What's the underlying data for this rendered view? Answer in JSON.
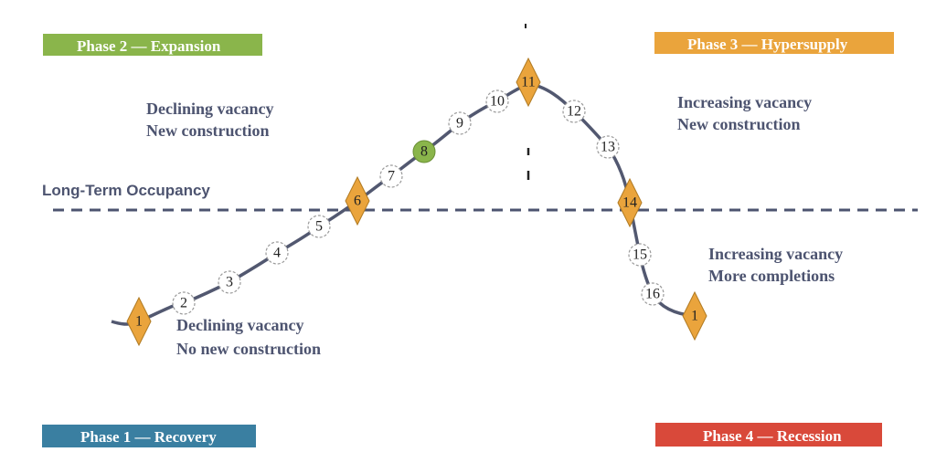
{
  "phases": [
    {
      "id": "p2",
      "label": "Phase 2 — Expansion",
      "color": "#8ab54b"
    },
    {
      "id": "p3",
      "label": "Phase 3 — Hypersupply",
      "color": "#eaa43c"
    },
    {
      "id": "p1",
      "label": "Phase 1 — Recovery",
      "color": "#3a7fa1"
    },
    {
      "id": "p4",
      "label": "Phase 4 — Recession",
      "color": "#d9493a"
    }
  ],
  "descriptions": {
    "expansion": [
      "Declining vacancy",
      "New construction"
    ],
    "hypersupply": [
      "Increasing vacancy",
      "New construction"
    ],
    "recovery": [
      "Declining vacancy",
      "No new construction"
    ],
    "recession": [
      "Increasing vacancy",
      "More completions"
    ]
  },
  "long_term_label": "Long-Term Occupancy",
  "points": [
    {
      "label": "1",
      "marker": "diamond"
    },
    {
      "label": "2",
      "marker": "circle"
    },
    {
      "label": "3",
      "marker": "circle"
    },
    {
      "label": "4",
      "marker": "circle"
    },
    {
      "label": "5",
      "marker": "circle"
    },
    {
      "label": "6",
      "marker": "diamond"
    },
    {
      "label": "7",
      "marker": "circle"
    },
    {
      "label": "8",
      "marker": "circle-filled"
    },
    {
      "label": "9",
      "marker": "circle"
    },
    {
      "label": "10",
      "marker": "circle"
    },
    {
      "label": "11",
      "marker": "diamond"
    },
    {
      "label": "12",
      "marker": "circle"
    },
    {
      "label": "13",
      "marker": "circle"
    },
    {
      "label": "14",
      "marker": "diamond"
    },
    {
      "label": "15",
      "marker": "circle"
    },
    {
      "label": "16",
      "marker": "circle"
    },
    {
      "label": "1",
      "marker": "diamond"
    }
  ],
  "colors": {
    "curve": "#525870",
    "diamond": "#eaa43c",
    "filled_circle": "#8ab54b",
    "dashed_line": "#4d5470"
  }
}
